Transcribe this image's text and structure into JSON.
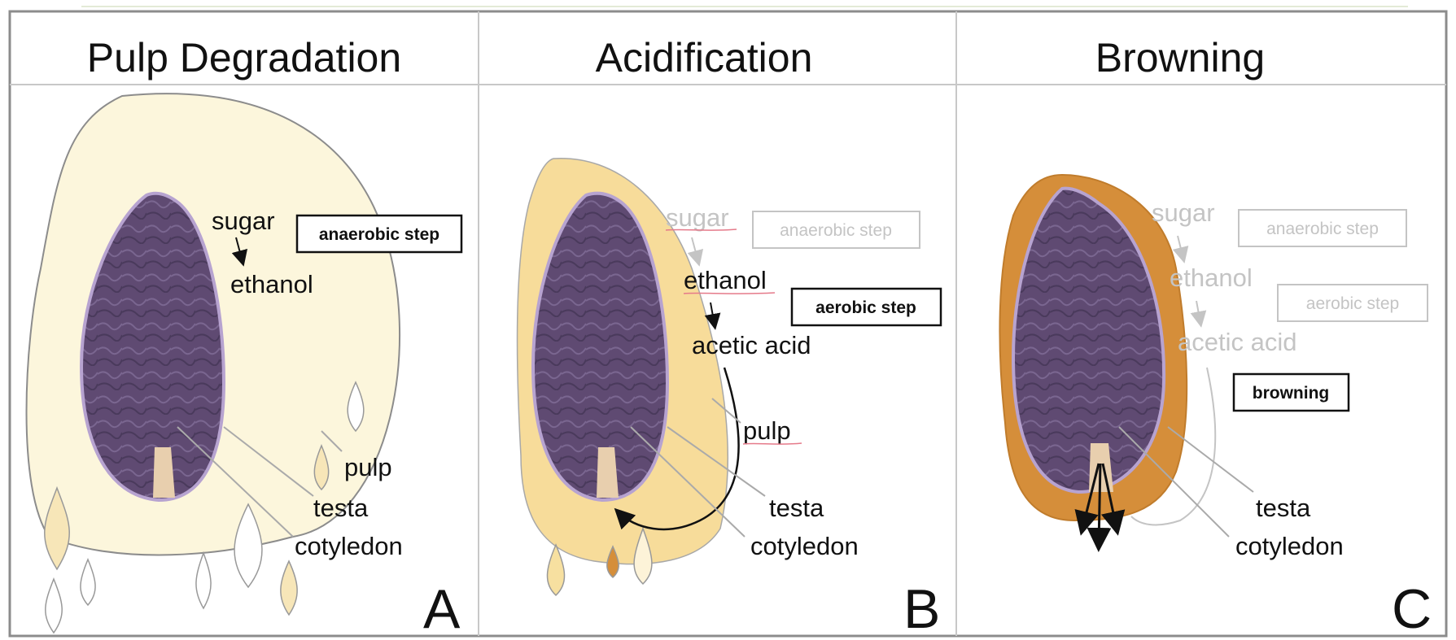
{
  "panels": [
    {
      "title": "Pulp Degradation",
      "letter": "A",
      "labels": {
        "sugar": "sugar",
        "ethanol": "ethanol",
        "pulp": "pulp",
        "testa": "testa",
        "cotyledon": "cotyledon"
      },
      "boxes": {
        "anaerobic": "anaerobic step"
      }
    },
    {
      "title": "Acidification",
      "letter": "B",
      "labels": {
        "sugar": "sugar",
        "ethanol": "ethanol",
        "acetic": "acetic acid",
        "pulp": "pulp",
        "testa": "testa",
        "cotyledon": "cotyledon"
      },
      "boxes": {
        "anaerobic": "anaerobic step",
        "aerobic": "aerobic step"
      }
    },
    {
      "title": "Browning",
      "letter": "C",
      "labels": {
        "sugar": "sugar",
        "ethanol": "ethanol",
        "acetic": "acetic acid",
        "testa": "testa",
        "cotyledon": "cotyledon"
      },
      "boxes": {
        "anaerobic": "anaerobic step",
        "aerobic": "aerobic step",
        "browning": "browning"
      }
    }
  ],
  "colors": {
    "pulp_light": "#fcf6dc",
    "pulp_mid": "#f7dc9a",
    "pulp_brown": "#d58e3a",
    "cotyledon": "#5f4a72",
    "faded_text": "#c4c4c4",
    "grid_line": "#c8c8c8"
  }
}
